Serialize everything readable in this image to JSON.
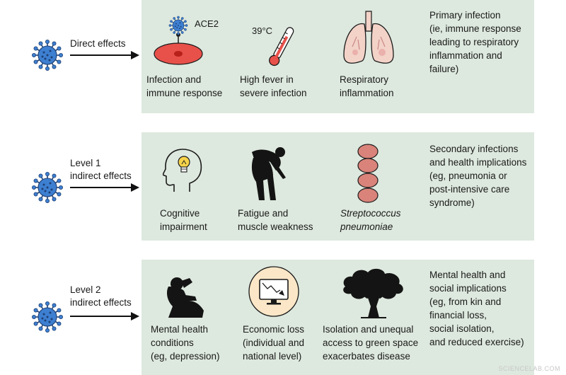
{
  "rows": [
    {
      "label": [
        "Direct effects"
      ],
      "items": [
        {
          "icon": "cell-ace2-icon",
          "icon_text": "ACE2",
          "caption": [
            "Infection and",
            "immune response"
          ]
        },
        {
          "icon": "thermometer-icon",
          "icon_text": "39°C",
          "caption": [
            "High fever in",
            "severe infection"
          ]
        },
        {
          "icon": "lungs-icon",
          "caption": [
            "Respiratory",
            "inflammation"
          ]
        }
      ],
      "description": [
        "Primary infection",
        "(ie, immune response",
        "leading to respiratory",
        "inflammation and",
        "failure)"
      ]
    },
    {
      "label": [
        "Level 1",
        "indirect effects"
      ],
      "items": [
        {
          "icon": "head-lightbulb-icon",
          "caption": [
            "Cognitive",
            "impairment"
          ]
        },
        {
          "icon": "fatigued-person-icon",
          "caption": [
            "Fatigue and",
            "muscle weakness"
          ]
        },
        {
          "icon": "streptococcus-icon",
          "caption": [
            "Streptococcus",
            "pneumoniae"
          ]
        }
      ],
      "description": [
        "Secondary infections",
        "and health implications",
        "(eg, pneumonia or",
        "post-intensive care",
        "syndrome)"
      ]
    },
    {
      "label": [
        "Level 2",
        "indirect effects"
      ],
      "items": [
        {
          "icon": "distressed-person-icon",
          "caption": [
            "Mental health",
            "conditions",
            "(eg, depression)"
          ]
        },
        {
          "icon": "monitor-decline-icon",
          "caption": [
            "Economic loss",
            "(individual and",
            "national level)"
          ]
        },
        {
          "icon": "tree-icon",
          "caption": [
            "Isolation and unequal",
            "access to green space",
            "exacerbates disease"
          ]
        }
      ],
      "description": [
        "Mental health and",
        "social implications",
        "(eg, from kin and",
        "financial loss,",
        "social isolation,",
        "and reduced exercise)"
      ]
    }
  ],
  "colors": {
    "panel": "#dde8de",
    "virus": "#3d7fd1",
    "virus_dark": "#1e3f73",
    "cell": "#e8504a"
  },
  "watermark": "SCIENCELAB.COM"
}
